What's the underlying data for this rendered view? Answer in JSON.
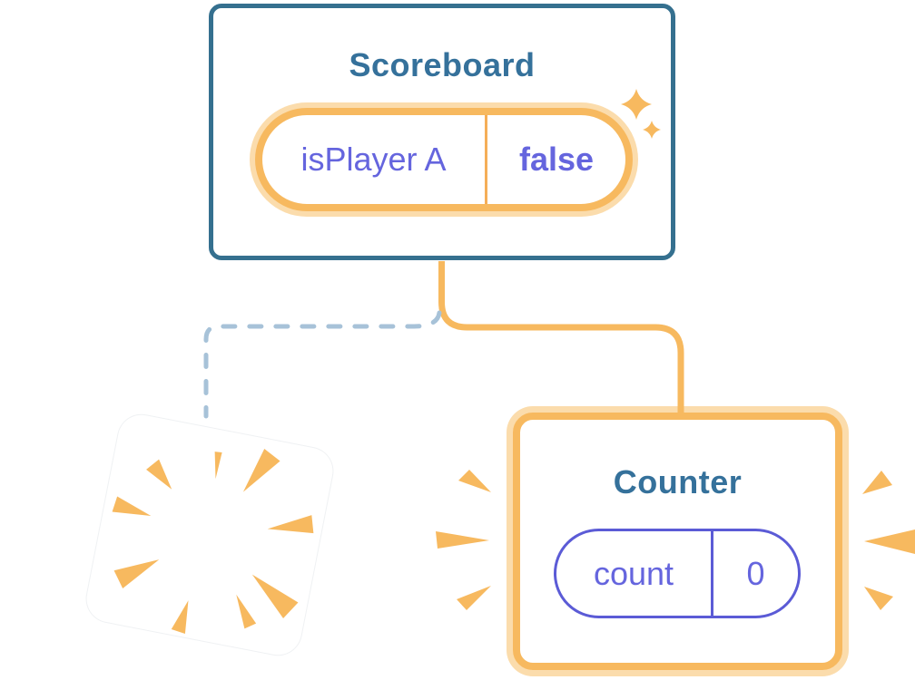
{
  "diagram": {
    "background": "#FFFFFF",
    "scoreboard": {
      "title": "Scoreboard",
      "state_key": "isPlayer A",
      "state_value": "false"
    },
    "counter": {
      "title": "Counter",
      "state_key": "count",
      "state_value": "0"
    },
    "colors": {
      "card_border": "#35708F",
      "card_title": "#35719B",
      "orange": "#F7B95F",
      "orange_deep": "#F5AE58",
      "orange_glow": "#FBDCAC",
      "purple": "#6565DE",
      "purple_border": "#5B5BD6",
      "dashed_line": "#A7C2D8",
      "card_white": "#FFFFFF"
    }
  }
}
